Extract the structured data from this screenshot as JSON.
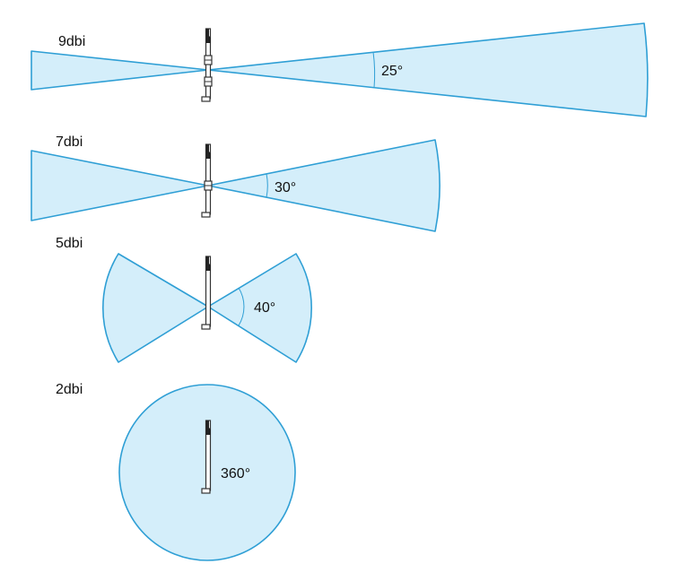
{
  "colors": {
    "beam_fill": "#d4eefa",
    "beam_stroke": "#2f9fd5"
  },
  "antennas": [
    {
      "gain": "9dbi",
      "beamwidth": "25°"
    },
    {
      "gain": "7dbi",
      "beamwidth": "30°"
    },
    {
      "gain": "5dbi",
      "beamwidth": "40°"
    },
    {
      "gain": "2dbi",
      "beamwidth": "360°"
    }
  ]
}
